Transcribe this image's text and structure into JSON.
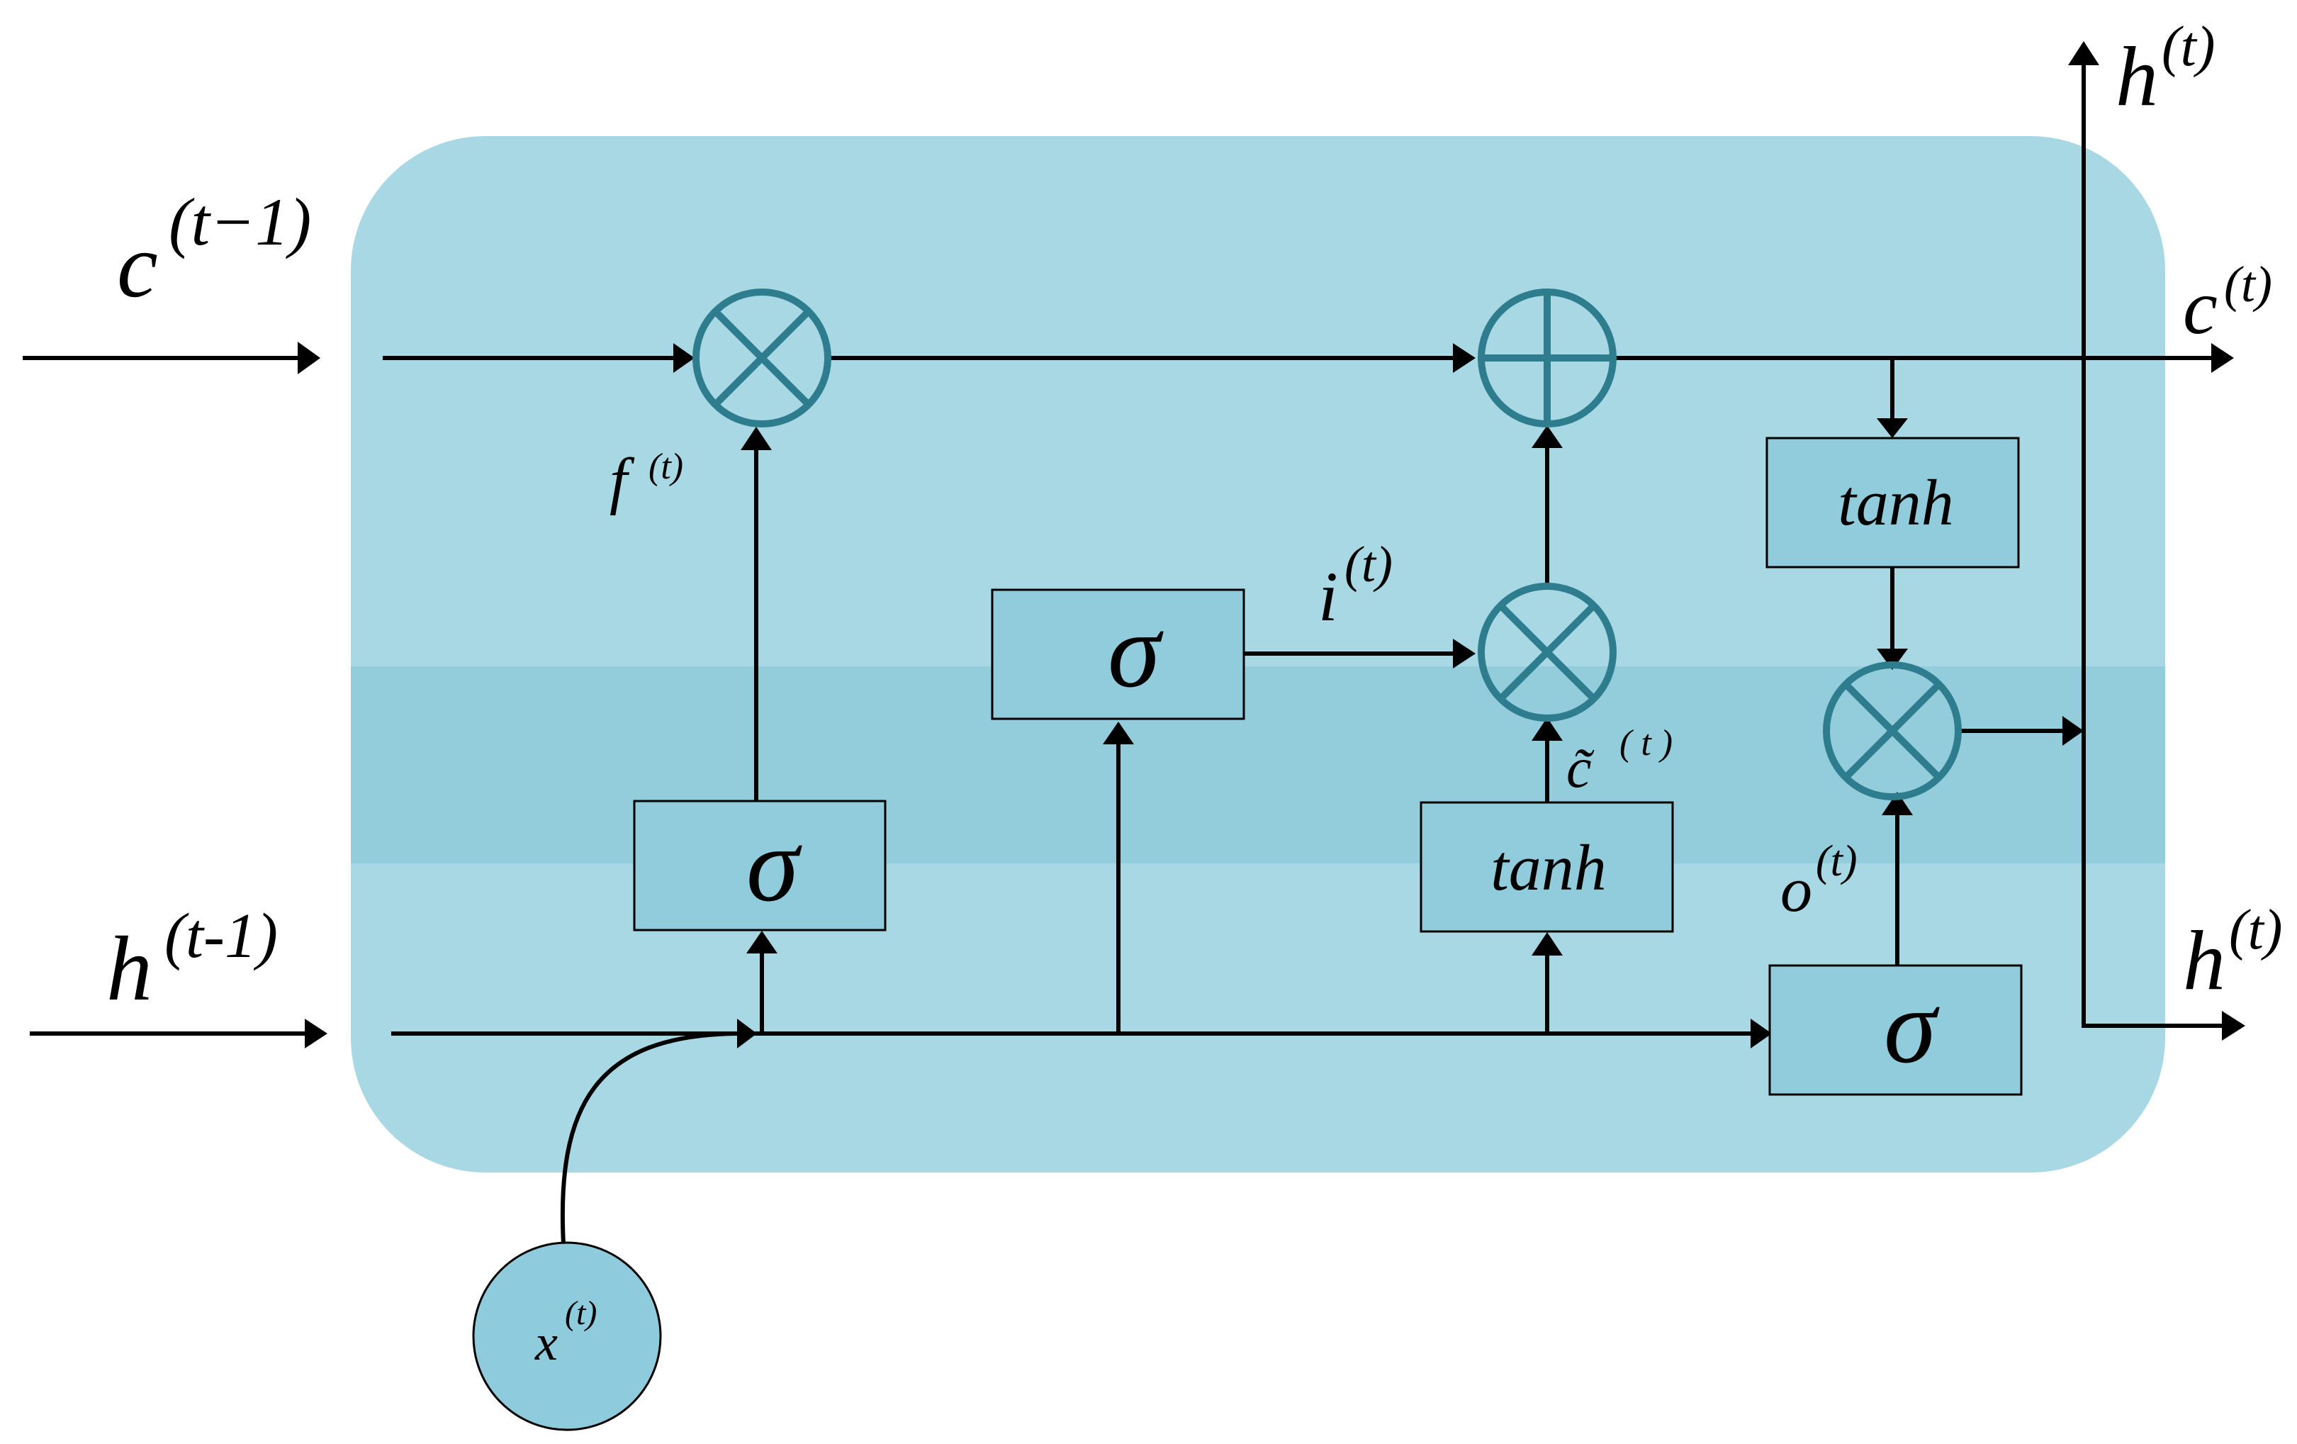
{
  "colors": {
    "cell_light": "#A8D8E4",
    "cell_band": "#93CCDB",
    "box_fill": "#91CCDC",
    "operator_stroke": "#2E7D8E",
    "input_node": "#8ECBDC",
    "line": "#000000"
  },
  "labels": {
    "c_prev": {
      "base": "c",
      "sup": "(t−1)"
    },
    "h_prev": {
      "base": "h",
      "sup": "(t-1)"
    },
    "h_out_top": {
      "base": "h",
      "sup": "(t)"
    },
    "c_out": {
      "base": "c",
      "sup": "(t)"
    },
    "h_out_right": {
      "base": "h",
      "sup": "(t)"
    },
    "forget": {
      "base": "f",
      "sup": "(t)"
    },
    "input_gate": {
      "base": "i",
      "sup": "(t)"
    },
    "candidate": {
      "base": "c̃",
      "sup": "( t )"
    },
    "output_gate": {
      "base": "o",
      "sup": "(t)"
    },
    "x_in": {
      "base": "x",
      "sup": "(t)"
    }
  },
  "gates": {
    "forget_sigma": "σ",
    "input_sigma": "σ",
    "candidate_tanh": "tanh",
    "cell_tanh": "tanh",
    "output_sigma": "σ"
  },
  "operators": {
    "forget_mult": "multiply-icon",
    "cell_add": "add-icon",
    "input_mult": "multiply-icon",
    "output_mult": "multiply-icon"
  }
}
